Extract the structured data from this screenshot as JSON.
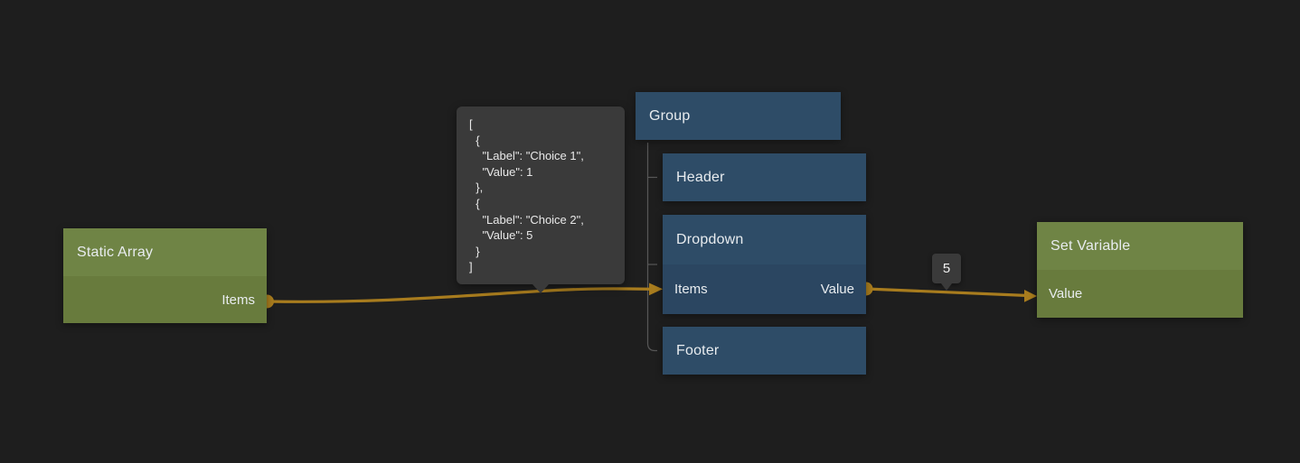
{
  "editor": {
    "background_color": "#1e1e1e",
    "wire_color": "#a87c1e",
    "tree_line_color": "#575757",
    "tooltip_bg_color": "#3a3a3a",
    "green_node_colors": {
      "header": "#6f8445",
      "body": "#687b3d"
    },
    "blue_node_colors": {
      "header": "#2e4c67",
      "body": "#2b4661"
    }
  },
  "nodes": {
    "static_array": {
      "title": "Static Array",
      "output_port": "Items"
    },
    "group": {
      "title": "Group"
    },
    "header": {
      "title": "Header"
    },
    "dropdown": {
      "title": "Dropdown",
      "input_port": "Items",
      "output_port": "Value"
    },
    "footer": {
      "title": "Footer"
    },
    "set_variable": {
      "title": "Set Variable",
      "input_port": "Value"
    }
  },
  "tooltips": {
    "array_preview": {
      "text": "[\n  {\n    \"Label\": \"Choice 1\",\n    \"Value\": 1\n  },\n  {\n    \"Label\": \"Choice 2\",\n    \"Value\": 5\n  }\n]"
    },
    "value_preview": {
      "text": "5"
    }
  }
}
